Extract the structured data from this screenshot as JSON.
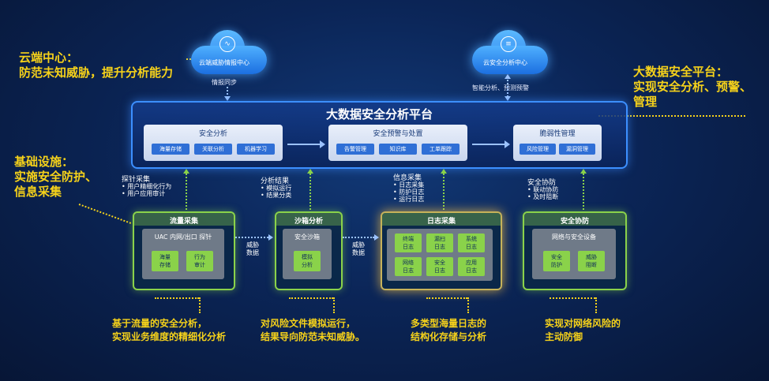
{
  "callouts": {
    "cloud_center": [
      "云端中心：",
      "防范未知威胁，提升分析能力"
    ],
    "infrastructure": [
      "基础设施：",
      "实施安全防护、",
      "信息采集"
    ],
    "platform": [
      "大数据安全平台：",
      "实现安全分析、预警、",
      "管理"
    ],
    "bottom": [
      [
        "基于流量的安全分析，",
        "实现业务维度的精细化分析"
      ],
      [
        "对风险文件模拟运行，",
        "结果导向防范未知威胁。"
      ],
      [
        "多类型海量日志的",
        "结构化存储与分析"
      ],
      [
        "实现对网络风险的",
        "主动防御"
      ]
    ]
  },
  "clouds": {
    "left": {
      "label": "云端威胁情报中心",
      "icon": "heartbeat-icon",
      "link_label": "情报同步"
    },
    "right": {
      "label": "云安全分析中心",
      "icon": "database-icon",
      "link_label": "智能分析、预测预警"
    }
  },
  "platform": {
    "title": "大数据安全分析平台",
    "modules": [
      {
        "title": "安全分析",
        "chips": [
          "海量存储",
          "关联分析",
          "机器学习"
        ]
      },
      {
        "title": "安全预警与处置",
        "chips": [
          "告警管理",
          "知识库",
          "工单跟踪"
        ]
      },
      {
        "title": "脆弱性管理",
        "chips": [
          "风险管理",
          "漏洞管理"
        ]
      }
    ]
  },
  "uplinks": [
    {
      "title": "探针采集",
      "items": [
        "• 用户精细化行为",
        "• 用户应用审计"
      ]
    },
    {
      "title": "分析结果",
      "items": [
        "• 模拟运行",
        "• 结果分类"
      ]
    },
    {
      "title": "信息采集",
      "items": [
        "• 日志采集",
        "• 防护日志",
        "• 运行日志"
      ]
    },
    {
      "title": "安全协防",
      "items": [
        "• 联动协防",
        "• 及时阻断"
      ]
    }
  ],
  "infra": [
    {
      "title": "流量采集",
      "inner_title": "UAC 内网/出口 探针",
      "chips": [
        "海量\n存储",
        "行为\n审计"
      ]
    },
    {
      "title": "沙箱分析",
      "inner_title": "安全沙箱",
      "chips": [
        "模拟\n分析"
      ]
    },
    {
      "title": "日志采集",
      "inner_title": "",
      "chips": [
        "终端\n日志",
        "漏扫\n日志",
        "系统\n日志",
        "网络\n日志",
        "安全\n日志",
        "应用\n日志"
      ]
    },
    {
      "title": "安全协防",
      "inner_title": "网络与安全设备",
      "chips": [
        "安全\n防护",
        "威胁\n阻断"
      ]
    }
  ],
  "flow_labels": [
    "威胁\n数据",
    "威胁\n数据"
  ],
  "colors": {
    "accent_yellow": "#f6d21a",
    "green": "#8ad24a",
    "blue_border": "#3c8fff"
  }
}
